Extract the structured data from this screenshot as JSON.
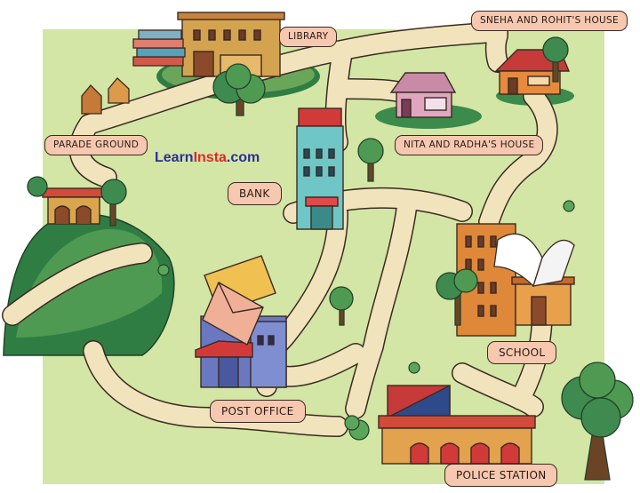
{
  "labels": {
    "library": "LIBRARY",
    "sneha_rohit": "SNEHA AND ROHIT'S HOUSE",
    "parade": "PARADE GROUND",
    "nita_radha": "NITA AND RADHA'S HOUSE",
    "bank": "BANK",
    "school": "SCHOOL",
    "post_office": "POST OFFICE",
    "police": "POLICE STATION"
  },
  "watermark": {
    "learn": "Learn",
    "insta": "Insta",
    "com": ".com"
  },
  "colors": {
    "grass": "#d3e6a5",
    "road": "#f1e4bd",
    "hill": "#3f8a4e",
    "label_bg": "#f6c8b0"
  }
}
